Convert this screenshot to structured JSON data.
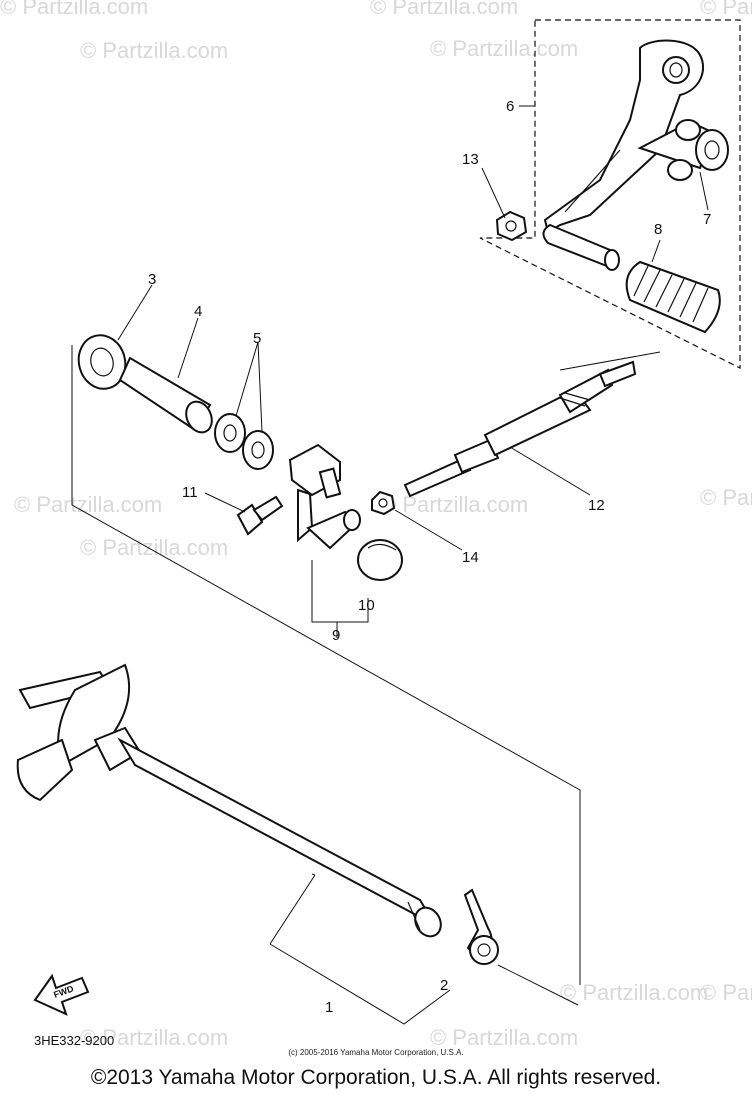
{
  "watermark": "© Partzilla.com",
  "callouts": [
    "1",
    "2",
    "3",
    "4",
    "5",
    "6",
    "7",
    "8",
    "9",
    "10",
    "11",
    "12",
    "13",
    "14"
  ],
  "arrow_label": "FWD",
  "drawing_code": "3HE332-9200",
  "small_copyright": "(c) 2005-2016 Yamaha Motor Corporation, U.S.A.",
  "main_copyright": "©2013 Yamaha Motor Corporation, U.S.A. All rights reserved."
}
